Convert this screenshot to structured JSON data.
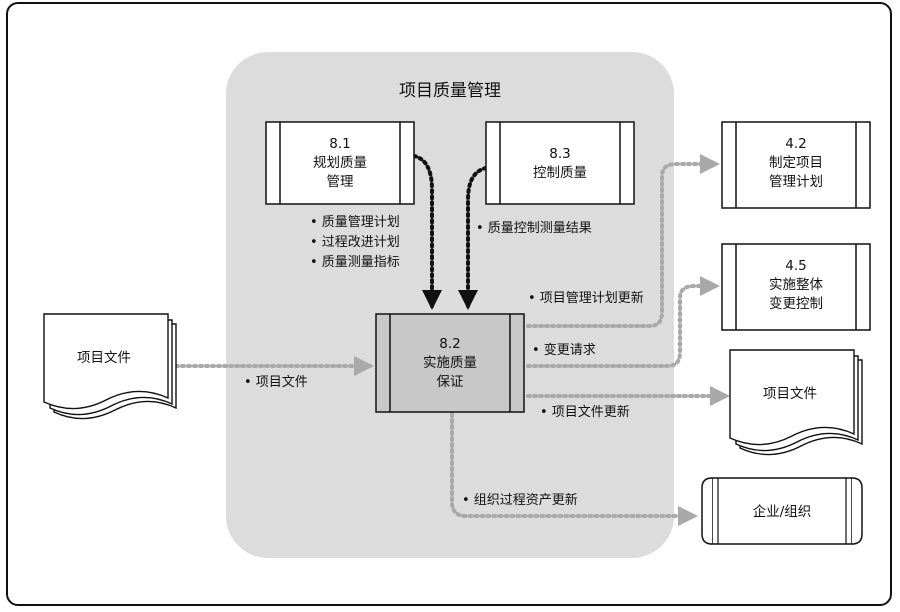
{
  "diagram": {
    "title": "项目质量管理",
    "processes": {
      "p81": {
        "number": "8.1",
        "line1": "规划质量",
        "line2": "管理"
      },
      "p83": {
        "number": "8.3",
        "line1": "控制质量"
      },
      "p82": {
        "number": "8.2",
        "line1": "实施质量",
        "line2": "保证"
      },
      "p42": {
        "number": "4.2",
        "line1": "制定项目",
        "line2": "管理计划"
      },
      "p45": {
        "number": "4.5",
        "line1": "实施整体",
        "line2": "变更控制"
      }
    },
    "documents": {
      "input_doc": "项目文件",
      "output_doc": "项目文件"
    },
    "enterprise": "企业/组织",
    "flows": {
      "from_81": [
        "• 质量管理计划",
        "• 过程改进计划",
        "• 质量测量指标"
      ],
      "from_83": [
        "• 质量控制测量结果"
      ],
      "input_docs": "• 项目文件",
      "pm_plan_update": "• 项目管理计划更新",
      "change_request": "• 变更请求",
      "doc_update": "• 项目文件更新",
      "opa_update": "• 组织过程资产更新"
    }
  },
  "colors": {
    "panel": "#dcdcdc",
    "box_fill": "#ffffff",
    "active_box_fill": "#c8c8c8",
    "dotted_dark": "#111111",
    "dotted_light": "#a9a9a9"
  }
}
